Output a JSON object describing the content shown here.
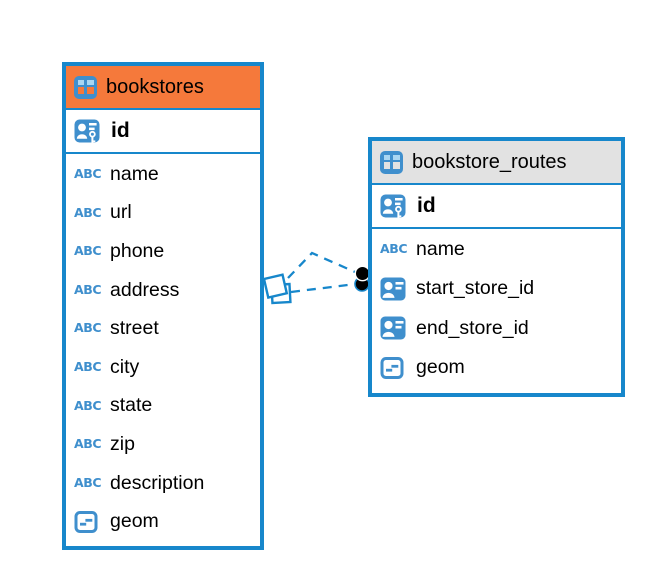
{
  "diagram": {
    "kind": "entity-relationship",
    "background": "#ffffff",
    "colors": {
      "table_border": "#1787cb",
      "icon_blue": "#3f8fcd",
      "icon_cell_light": "#a9d6f2",
      "bookstores_header": "#f5793b",
      "routes_header": "#e2e2e2",
      "link_line": "#1787cb",
      "endpoint_dot": "#000000",
      "text": "#000000"
    }
  },
  "icons": {
    "text_type_glyph": "ABC"
  },
  "tables": {
    "bookstores": {
      "name": "bookstores",
      "primary_key": {
        "label": "id",
        "icon": "primary-key-icon"
      },
      "columns": [
        {
          "label": "name",
          "icon": "text-type-icon"
        },
        {
          "label": "url",
          "icon": "text-type-icon"
        },
        {
          "label": "phone",
          "icon": "text-type-icon"
        },
        {
          "label": "address",
          "icon": "text-type-icon"
        },
        {
          "label": "street",
          "icon": "text-type-icon"
        },
        {
          "label": "city",
          "icon": "text-type-icon"
        },
        {
          "label": "state",
          "icon": "text-type-icon"
        },
        {
          "label": "zip",
          "icon": "text-type-icon"
        },
        {
          "label": "description",
          "icon": "text-type-icon"
        },
        {
          "label": "geom",
          "icon": "geometry-type-icon"
        }
      ]
    },
    "bookstore_routes": {
      "name": "bookstore_routes",
      "primary_key": {
        "label": "id",
        "icon": "primary-key-icon"
      },
      "columns": [
        {
          "label": "name",
          "icon": "text-type-icon"
        },
        {
          "label": "start_store_id",
          "icon": "foreign-key-icon"
        },
        {
          "label": "end_store_id",
          "icon": "foreign-key-icon"
        },
        {
          "label": "geom",
          "icon": "geometry-type-icon"
        }
      ]
    }
  },
  "relationships": {
    "count": 2,
    "line_style": "dashed",
    "between": [
      "bookstores",
      "bookstore_routes"
    ],
    "bookstores_end_marker": "stacked-diamonds",
    "routes_end_marker": "stacked-dots"
  }
}
